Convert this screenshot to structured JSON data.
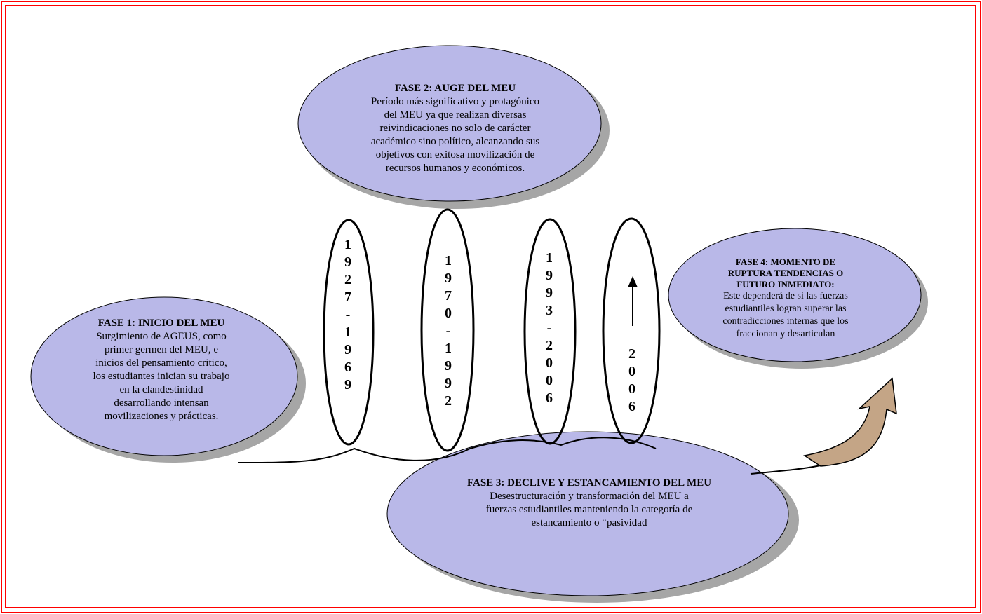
{
  "colors": {
    "border": "#ff0000",
    "ellipse_fill": "#b9b8e8",
    "ellipse_shadow": "#a6a6a6",
    "arrow_fill": "#c4a586"
  },
  "phases": [
    {
      "title": "FASE 1: INICIO DEL MEU",
      "lines": [
        "Surgimiento de AGEUS, como",
        "primer germen del MEU, e",
        "inicios del pensamiento critico,",
        "los estudiantes inician su trabajo",
        "en la clandestinidad",
        "desarrollando intensan",
        "movilizaciones y prácticas."
      ]
    },
    {
      "title": "FASE 2: AUGE DEL MEU",
      "lines": [
        "Período más significativo y protagónico",
        "del MEU ya que realizan diversas",
        "reivindicaciones no solo de carácter",
        "académico sino político, alcanzando sus",
        "objetivos  con exitosa movilización de",
        "recursos humanos y económicos."
      ]
    },
    {
      "title": "FASE 3: DECLIVE Y ESTANCAMIENTO DEL MEU",
      "lines": [
        "Desestructuración y transformación del MEU a",
        "fuerzas estudiantiles manteniendo la categoría de",
        "estancamiento o “pasividad"
      ]
    },
    {
      "title": "FASE 4: MOMENTO DE RUPTURA TENDENCIAS O FUTURO INMEDIATO:",
      "lines": [
        "Este dependerá de si las fuerzas",
        "estudiantiles logran superar las",
        "contradicciones internas que los",
        "fraccionan y desarticulan"
      ]
    }
  ],
  "periods": [
    {
      "label": "1927-1969"
    },
    {
      "label": "1970-1992"
    },
    {
      "label": "1993-2006"
    },
    {
      "label": "2006"
    }
  ]
}
